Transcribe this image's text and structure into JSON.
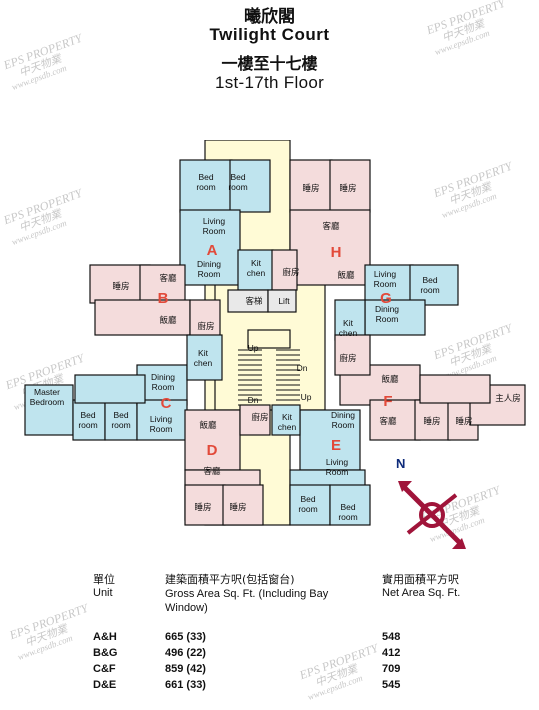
{
  "header": {
    "title_zh": "曦欣閣",
    "title_en": "Twilight Court",
    "floor_zh": "一樓至十七樓",
    "floor_en": "1st-17th Floor"
  },
  "watermark": {
    "line1": "EPS PROPERTY",
    "line2": "中天物業",
    "line3": "www.epsdb.com"
  },
  "plan": {
    "units": [
      "A",
      "B",
      "C",
      "D",
      "E",
      "F",
      "G",
      "H"
    ],
    "rooms": {
      "bed_room": "Bed room",
      "living_room": "Living Room",
      "dining_room": "Dining Room",
      "kit_chen": "Kit chen",
      "master_bedroom": "Master Bedroom",
      "bedroom_zh": "睡房",
      "living_zh": "客廳",
      "dining_zh": "飯廳",
      "kitchen_zh": "廚房",
      "master_zh": "主人房",
      "lift": "Lift",
      "lift_zh": "客梯",
      "up": "Up",
      "dn": "Dn"
    },
    "compass": "N",
    "colors": {
      "blue_units": "#bfe4ee",
      "pink_units": "#f4dcdc",
      "core": "#fffbd6",
      "wall": "#111111",
      "unit_letter": "#e24a3a",
      "compass": "#a0143a"
    }
  },
  "table": {
    "headers": {
      "unit_zh": "單位",
      "unit_en": "Unit",
      "gross_zh": "建築面積平方呎(包括窗台)",
      "gross_en": "Gross Area Sq. Ft. (Including Bay Window)",
      "net_zh": "實用面積平方呎",
      "net_en": "Net Area Sq. Ft."
    },
    "rows": [
      {
        "unit": "A&H",
        "gross": "665 (33)",
        "net": "548"
      },
      {
        "unit": "B&G",
        "gross": "496 (22)",
        "net": "412"
      },
      {
        "unit": "C&F",
        "gross": "859 (42)",
        "net": "709"
      },
      {
        "unit": "D&E",
        "gross": "661 (33)",
        "net": "545"
      }
    ]
  }
}
